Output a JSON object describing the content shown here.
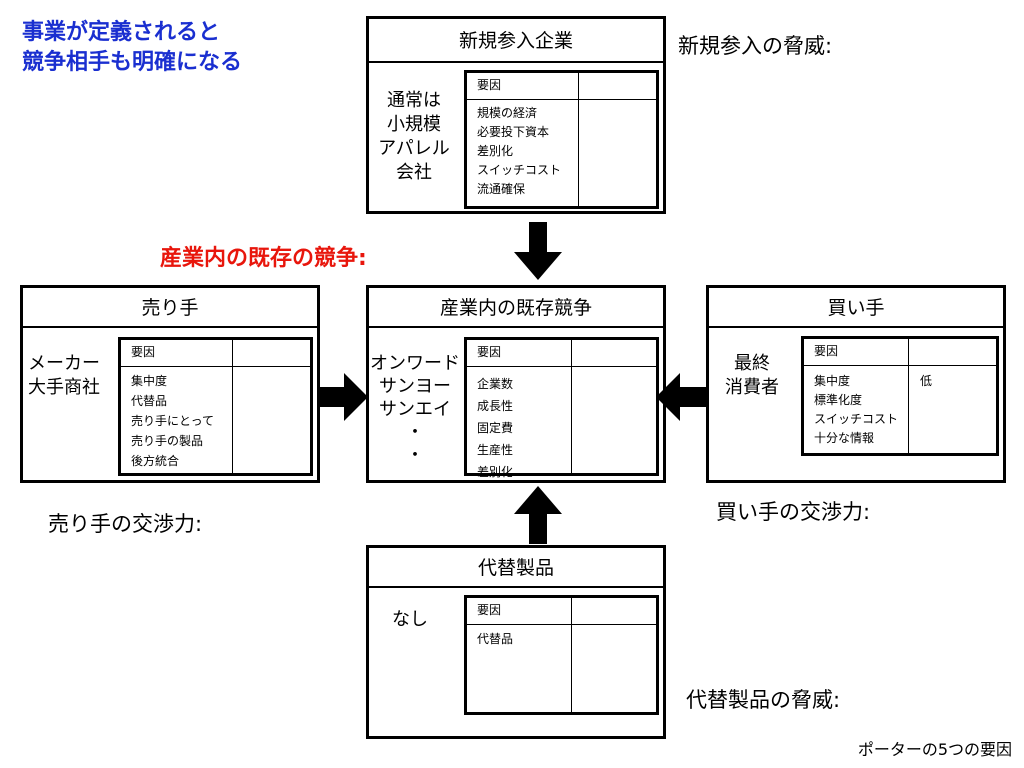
{
  "headline": [
    "事業が定義されると",
    "競争相手も明確になる"
  ],
  "labels": {
    "new_entry_threat": "新規参入の脅威:",
    "rivalry": "産業内の既存の競争:",
    "seller_power": "売り手の交渉力:",
    "buyer_power": "買い手の交渉力:",
    "substitute_threat": "代替製品の脅威:"
  },
  "boxes": {
    "new_entrants": {
      "title": "新規参入企業",
      "actors": [
        "通常は",
        "小規模",
        "アパレル",
        "会社"
      ],
      "table_header": "要因",
      "factors": [
        "規模の経済",
        "必要投下資本",
        "差別化",
        "スイッチコスト",
        "流通確保"
      ],
      "value": ""
    },
    "rivalry": {
      "title": "産業内の既存競争",
      "actors": [
        "オンワード",
        "サンヨー",
        "サンエイ",
        "・",
        "・"
      ],
      "table_header": "要因",
      "factors": [
        "企業数",
        "成長性",
        "固定費",
        "生産性",
        "差別化"
      ],
      "value": ""
    },
    "sellers": {
      "title": "売り手",
      "actors": [
        "メーカー",
        "大手商社"
      ],
      "table_header": "要因",
      "factors": [
        "集中度",
        "代替品",
        "売り手にとって",
        "売り手の製品",
        "後方統合"
      ],
      "value": ""
    },
    "buyers": {
      "title": "買い手",
      "actors": [
        "最終",
        "消費者"
      ],
      "table_header": "要因",
      "factors": [
        "集中度",
        "標準化度",
        "スイッチコスト",
        "十分な情報"
      ],
      "value": "低"
    },
    "substitutes": {
      "title": "代替製品",
      "actors": [
        "なし"
      ],
      "table_header": "要因",
      "factors": [
        "代替品"
      ],
      "value": ""
    }
  },
  "caption": "ポーターの5つの要因"
}
